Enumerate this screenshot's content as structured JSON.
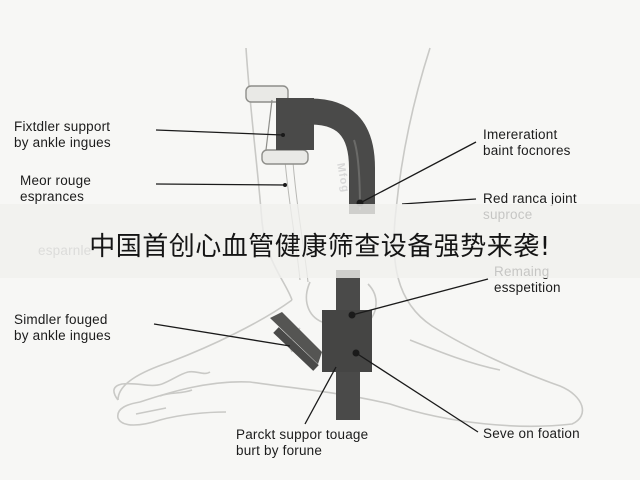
{
  "diagram": {
    "device_marking": "Mfog",
    "labels": {
      "left_1": "Fixtdler support\nby ankle ingues",
      "left_2": "Meor rouge\nesprances",
      "left_3_faded": "esparnle",
      "left_4": "Simdler fouged\nby ankle ingues",
      "right_1": "Imererationt\nbaint focnores",
      "right_2": "Red ranca joint\nsuproce",
      "right_3": "Remaing\nesspetition",
      "right_4": "Seve on foation",
      "bottom": "Parckt suppor touage\nburt by forune"
    }
  },
  "banner": {
    "text": "中国首创心血管健康筛查设备强势来袭!"
  }
}
